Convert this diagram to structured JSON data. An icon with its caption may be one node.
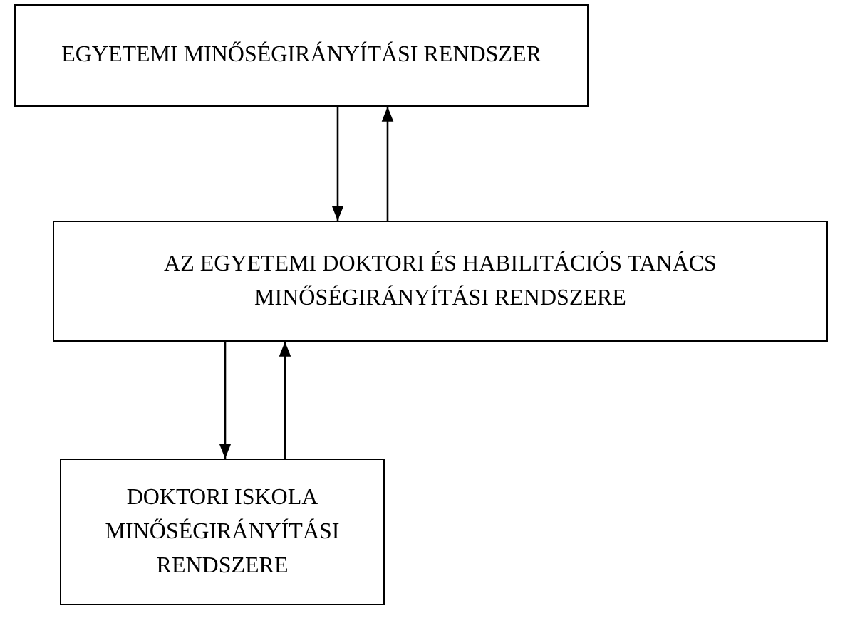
{
  "diagram": {
    "nodes": [
      {
        "text": [
          "EGYETEMI MINŐSÉGIRÁNYÍTÁSI RENDSZER"
        ]
      },
      {
        "text": [
          "AZ EGYETEMI DOKTORI ÉS HABILITÁCIÓS TANÁCS MINŐSÉGIRÁNYÍTÁSI RENDSZERE"
        ]
      },
      {
        "text": [
          "DOKTORI ISKOLA MINŐSÉGIRÁNYÍTÁSI RENDSZERE"
        ]
      }
    ],
    "edges": [
      {
        "from": 0,
        "to": 1,
        "arrow": "to"
      },
      {
        "from": 1,
        "to": 0,
        "arrow": "to"
      },
      {
        "from": 1,
        "to": 2,
        "arrow": "to"
      },
      {
        "from": 2,
        "to": 1,
        "arrow": "to"
      }
    ]
  }
}
